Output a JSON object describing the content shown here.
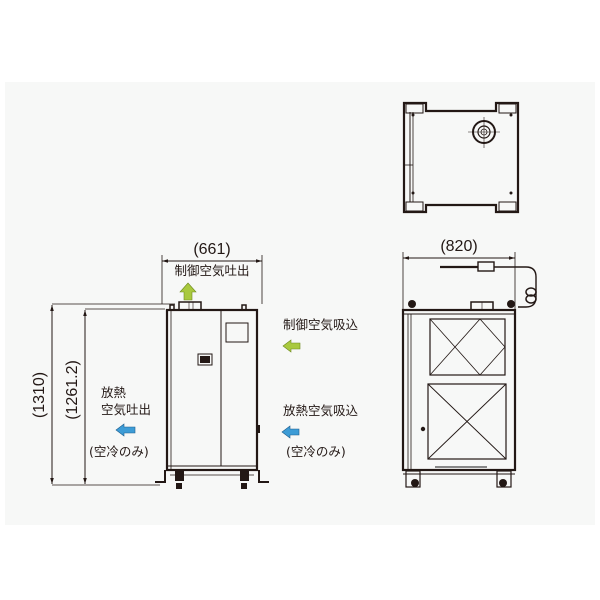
{
  "diagram": {
    "type": "outline-dimension-drawing",
    "background_color": "#f7f8f7",
    "line_color": "#231815",
    "front_view": {
      "width_dim": "(661)",
      "height_dim_total": "(1310)",
      "height_dim_body": "(1261.2)",
      "top_label": "制御空気吐出",
      "left_label_line1": "放熱",
      "left_label_line2": "空気吐出",
      "left_note": "(空冷のみ)"
    },
    "side_view": {
      "width_dim": "(820)"
    },
    "top_view": {},
    "middle_labels": {
      "control_intake": "制御空気吸込",
      "heat_intake": "放熱空気吸込",
      "heat_note": "(空冷のみ)"
    },
    "arrows": {
      "control_air_color": "#a9c93e",
      "heat_air_color": "#3d9cd6"
    }
  }
}
